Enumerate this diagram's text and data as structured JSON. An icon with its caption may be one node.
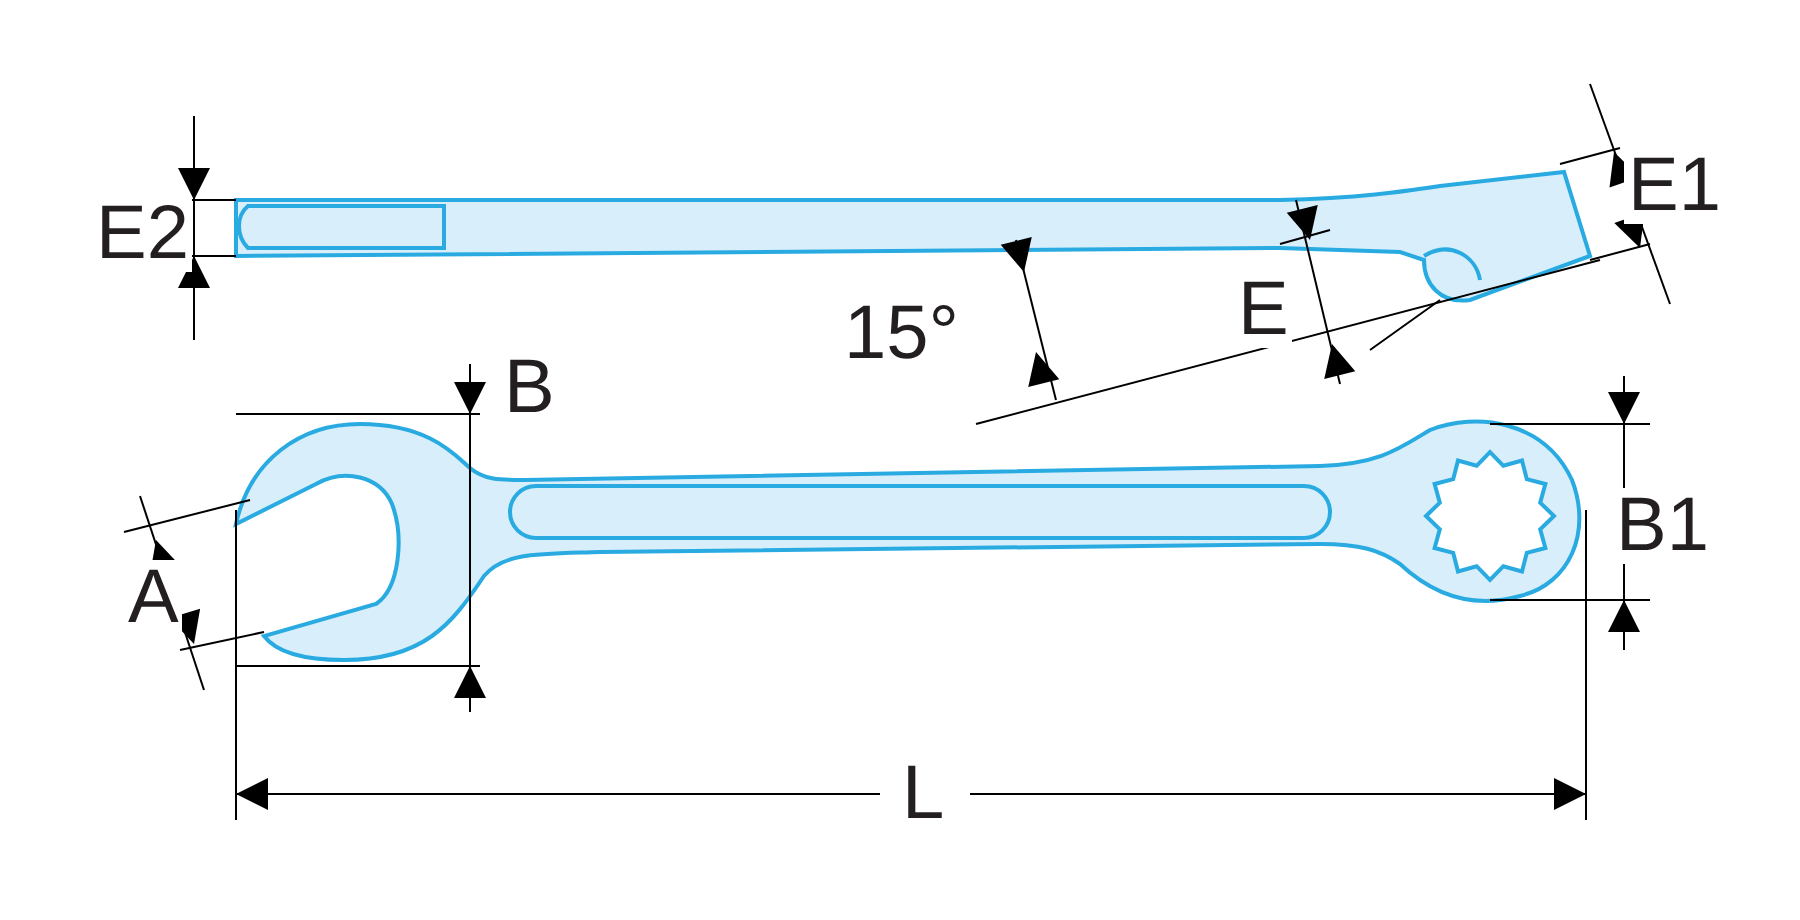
{
  "diagram": {
    "labels": [
      "E2",
      "E1",
      "15°",
      "E",
      "B",
      "A",
      "B1",
      "L"
    ]
  }
}
